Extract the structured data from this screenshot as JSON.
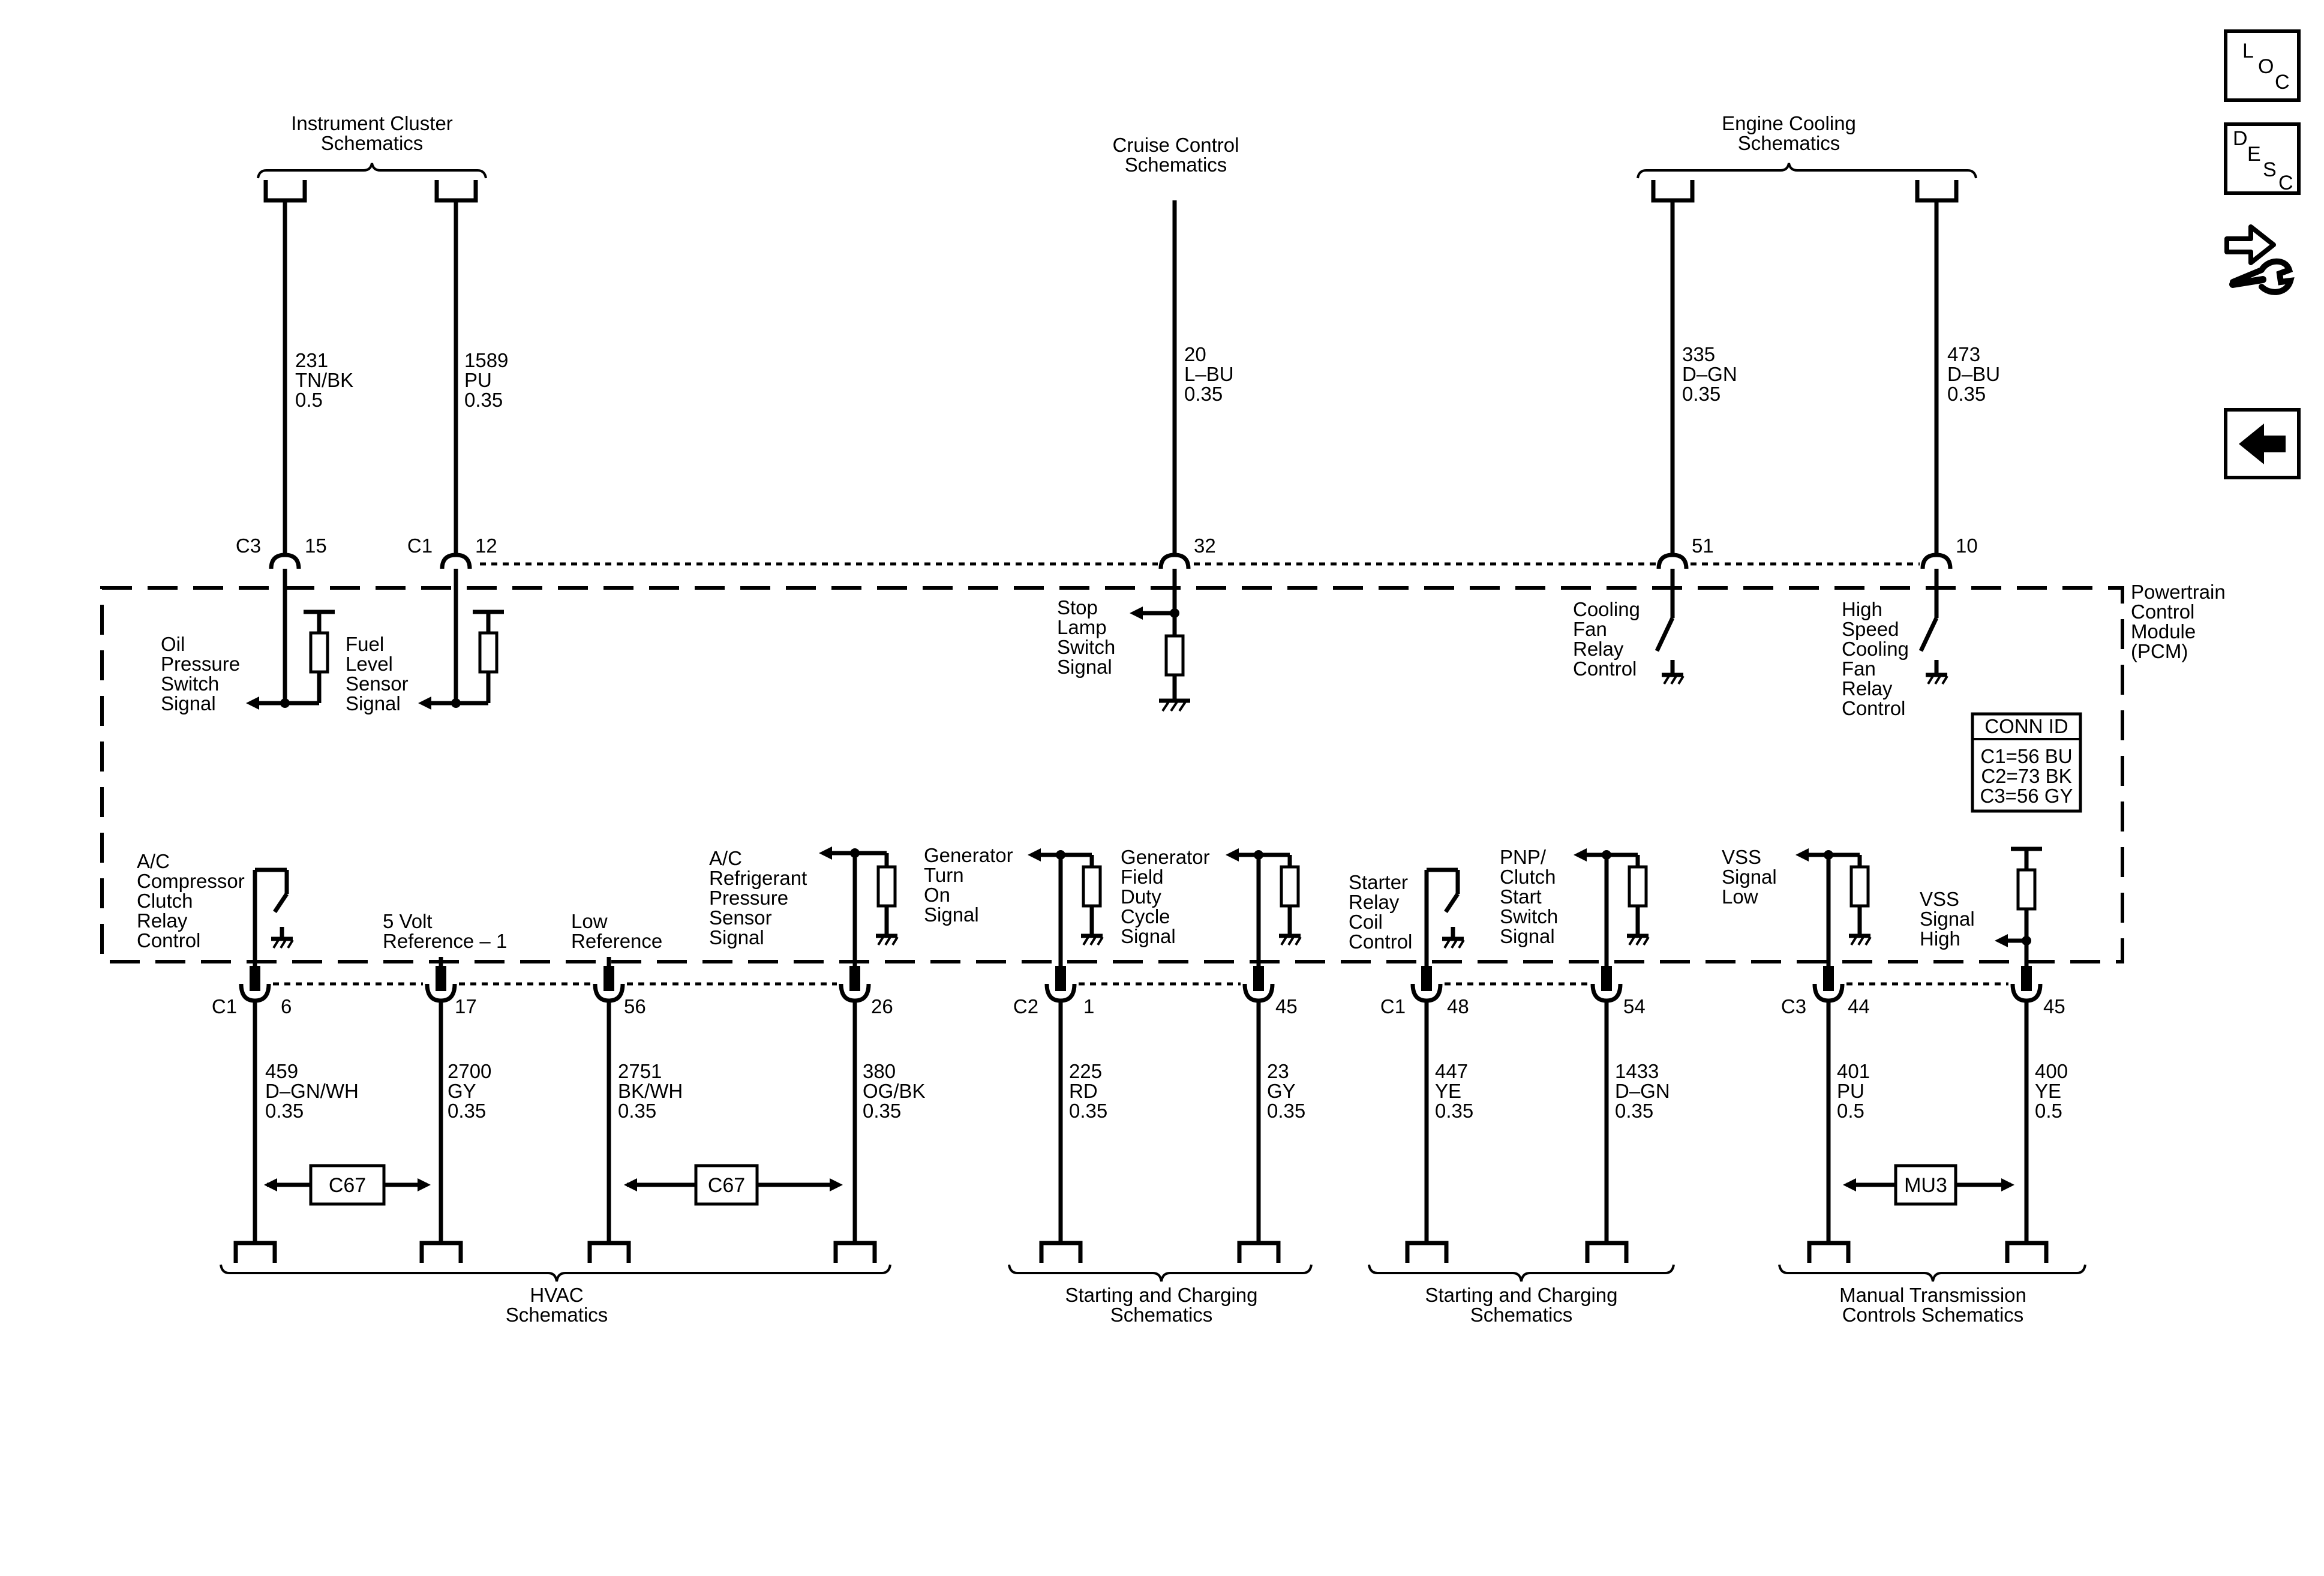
{
  "top_refs": {
    "instrument_cluster": [
      "Instrument Cluster",
      "Schematics"
    ],
    "cruise_control": [
      "Cruise Control",
      "Schematics"
    ],
    "engine_cooling": [
      "Engine Cooling",
      "Schematics"
    ]
  },
  "bottom_refs": {
    "hvac": [
      "HVAC",
      "Schematics"
    ],
    "starting_charging_1": [
      "Starting and Charging",
      "Schematics"
    ],
    "starting_charging_2": [
      "Starting and Charging",
      "Schematics"
    ],
    "manual_transmission": [
      "Manual Transmission",
      "Controls Schematics"
    ]
  },
  "module_label": [
    "Powertrain",
    "Control",
    "Module",
    "(PCM)"
  ],
  "conn_id": {
    "title": "CONN ID",
    "lines": [
      "C1=56 BU",
      "C2=73 BK",
      "C3=56 GY"
    ]
  },
  "top_wires": [
    {
      "circuit": "231",
      "color": "TN/BK",
      "size": "0.5",
      "connector": "C3",
      "pin": "15"
    },
    {
      "circuit": "1589",
      "color": "PU",
      "size": "0.35",
      "connector": "C1",
      "pin": "12"
    },
    {
      "circuit": "20",
      "color": "L–BU",
      "size": "0.35",
      "connector": "",
      "pin": "32"
    },
    {
      "circuit": "335",
      "color": "D–GN",
      "size": "0.35",
      "connector": "",
      "pin": "51"
    },
    {
      "circuit": "473",
      "color": "D–BU",
      "size": "0.35",
      "connector": "",
      "pin": "10"
    }
  ],
  "bottom_wires": [
    {
      "circuit": "459",
      "color": "D–GN/WH",
      "size": "0.35",
      "connector": "C1",
      "pin": "6"
    },
    {
      "circuit": "2700",
      "color": "GY",
      "size": "0.35",
      "connector": "",
      "pin": "17"
    },
    {
      "circuit": "2751",
      "color": "BK/WH",
      "size": "0.35",
      "connector": "",
      "pin": "56"
    },
    {
      "circuit": "380",
      "color": "OG/BK",
      "size": "0.35",
      "connector": "",
      "pin": "26"
    },
    {
      "circuit": "225",
      "color": "RD",
      "size": "0.35",
      "connector": "C2",
      "pin": "1"
    },
    {
      "circuit": "23",
      "color": "GY",
      "size": "0.35",
      "connector": "",
      "pin": "45"
    },
    {
      "circuit": "447",
      "color": "YE",
      "size": "0.35",
      "connector": "C1",
      "pin": "48"
    },
    {
      "circuit": "1433",
      "color": "D–GN",
      "size": "0.35",
      "connector": "",
      "pin": "54"
    },
    {
      "circuit": "401",
      "color": "PU",
      "size": "0.5",
      "connector": "C3",
      "pin": "44"
    },
    {
      "circuit": "400",
      "color": "YE",
      "size": "0.5",
      "connector": "",
      "pin": "45"
    }
  ],
  "internal": {
    "oil_pressure": [
      "Oil",
      "Pressure",
      "Switch",
      "Signal"
    ],
    "fuel_level": [
      "Fuel",
      "Level",
      "Sensor",
      "Signal"
    ],
    "stop_lamp": [
      "Stop",
      "Lamp",
      "Switch",
      "Signal"
    ],
    "cooling_fan": [
      "Cooling",
      "Fan",
      "Relay",
      "Control"
    ],
    "high_speed_fan": [
      "High",
      "Speed",
      "Cooling",
      "Fan",
      "Relay",
      "Control"
    ],
    "ac_clutch": [
      "A/C",
      "Compressor",
      "Clutch",
      "Relay",
      "Control"
    ],
    "five_volt": [
      "5 Volt",
      "Reference – 1"
    ],
    "low_ref": [
      "Low",
      "Reference"
    ],
    "ac_pressure": [
      "A/C",
      "Refrigerant",
      "Pressure",
      "Sensor",
      "Signal"
    ],
    "gen_turn_on": [
      "Generator",
      "Turn",
      "On",
      "Signal"
    ],
    "gen_field": [
      "Generator",
      "Field",
      "Duty",
      "Cycle",
      "Signal"
    ],
    "starter_relay": [
      "Starter",
      "Relay",
      "Coil",
      "Control"
    ],
    "pnp_clutch": [
      "PNP/",
      "Clutch",
      "Start",
      "Switch",
      "Signal"
    ],
    "vss_low": [
      "VSS",
      "Signal",
      "Low"
    ],
    "vss_high": [
      "VSS",
      "Signal",
      "High"
    ]
  },
  "inline": {
    "c67_a": "C67",
    "c67_b": "C67",
    "mu3": "MU3"
  },
  "nav": {
    "loc": [
      "L",
      "O",
      "C"
    ],
    "desc": [
      "D",
      "E",
      "S",
      "C"
    ]
  }
}
